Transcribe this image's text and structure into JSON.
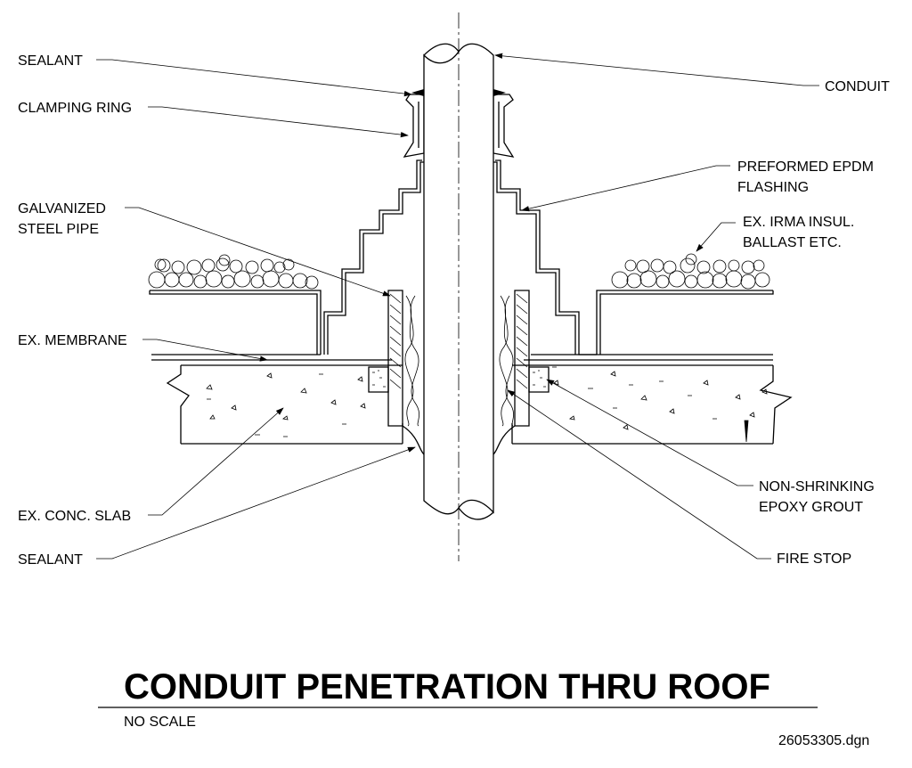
{
  "labels": {
    "sealant_top": "SEALANT",
    "clamping_ring": "CLAMPING RING",
    "galvanized_1": "GALVANIZED",
    "galvanized_2": "STEEL PIPE",
    "ex_membrane": "EX. MEMBRANE",
    "ex_conc_slab": "EX. CONC. SLAB",
    "sealant_bottom": "SEALANT",
    "conduit": "CONDUIT",
    "epdm_1": "PREFORMED EPDM",
    "epdm_2": "FLASHING",
    "irma_1": "EX. IRMA INSUL.",
    "irma_2": "BALLAST ETC.",
    "grout_1": "NON-SHRINKING",
    "grout_2": "EPOXY GROUT",
    "fire_stop": "FIRE STOP"
  },
  "title": "CONDUIT PENETRATION THRU ROOF",
  "scale_note": "NO SCALE",
  "file_name": "26053305.dgn"
}
